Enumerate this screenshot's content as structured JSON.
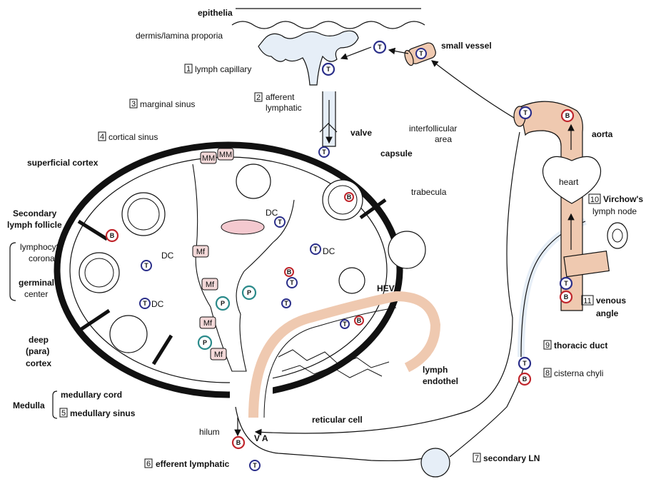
{
  "labels": {
    "epithelia": "epithelia",
    "dermis": "dermis/lamina proporia",
    "lymph_capillary_num": "1",
    "lymph_capillary": "lymph capillary",
    "small_vessel": "small vessel",
    "afferent_num": "2",
    "afferent_1": "afferent",
    "afferent_2": "lymphatic",
    "marginal_num": "3",
    "marginal_sinus": "marginal sinus",
    "cortical_num": "4",
    "cortical_sinus": "cortical sinus",
    "valve": "valve",
    "interfollicular_1": "interfollicular",
    "interfollicular_2": "area",
    "capsule": "capsule",
    "superficial_cortex": "superficial cortex",
    "trabecula": "trabecula",
    "secondary_follicle_1": "Secondary",
    "secondary_follicle_2": "lymph follicle",
    "lymphocyte_1": "lymphocyte",
    "lymphocyte_2": "corona",
    "germinal_1": "germinal",
    "germinal_2": "center",
    "deep_1": "deep",
    "deep_2": "(para)",
    "deep_3": "cortex",
    "medulla": "Medulla",
    "medullary_cord": "medullary cord",
    "medullary_sinus_num": "5",
    "medullary_sinus": "medullary sinus",
    "hilum": "hilum",
    "efferent_num": "6",
    "efferent": "efferent lymphatic",
    "va": "V A",
    "reticular": "reticular cell",
    "hev": "HEV",
    "lymph_endothel_1": "lymph",
    "lymph_endothel_2": "endothel",
    "aorta": "aorta",
    "heart": "heart",
    "virchow_num": "10",
    "virchow_1": "Virchow's",
    "virchow_2": "lymph node",
    "venous_num": "11",
    "venous_1": "venous",
    "venous_2": "angle",
    "thoracic_num": "9",
    "thoracic": "thoracic duct",
    "cisterna_num": "8",
    "cisterna": "cisterna chyli",
    "secondary_ln_num": "7",
    "secondary_ln": "secondary LN",
    "dc": "DC",
    "mm": "MM",
    "mf": "Mf",
    "t": "T",
    "b": "B",
    "p": "P"
  },
  "colors": {
    "vessel": "#efc9b0",
    "lymph": "#e6eef7",
    "capsule": "#111111",
    "t_ring": "#2b2f8a",
    "b_ring": "#c0262c",
    "p_ring": "#2a8a8a"
  }
}
